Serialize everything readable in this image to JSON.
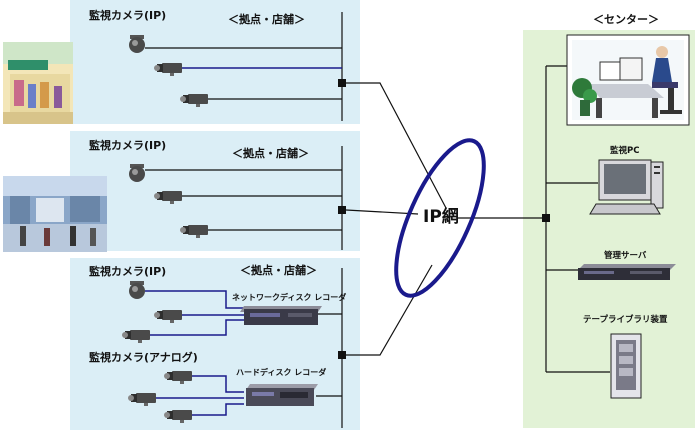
{
  "sites": [
    {
      "camera_label": "監視カメラ(IP)",
      "site_label": "＜拠点・店舗＞"
    },
    {
      "camera_label": "監視カメラ(IP)",
      "site_label": "＜拠点・店舗＞"
    },
    {
      "camera_label": "監視カメラ(IP)",
      "site_label": "＜拠点・店舗＞",
      "nvr_label": "ネットワークディスク レコーダ",
      "analog_label": "監視カメラ(アナログ)",
      "hdd_label": "ハードディスク レコーダ"
    }
  ],
  "network": {
    "label": "IP網",
    "color": "#1a1a8c"
  },
  "center": {
    "label": "＜センター＞",
    "pc_label": "監視PC",
    "server_label": "管理サーバ",
    "tape_label": "テープライブラリ装置"
  },
  "colors": {
    "panel": "#dbeef6",
    "center_panel": "#e2f2d6",
    "link_blue": "#1a1a8c"
  }
}
